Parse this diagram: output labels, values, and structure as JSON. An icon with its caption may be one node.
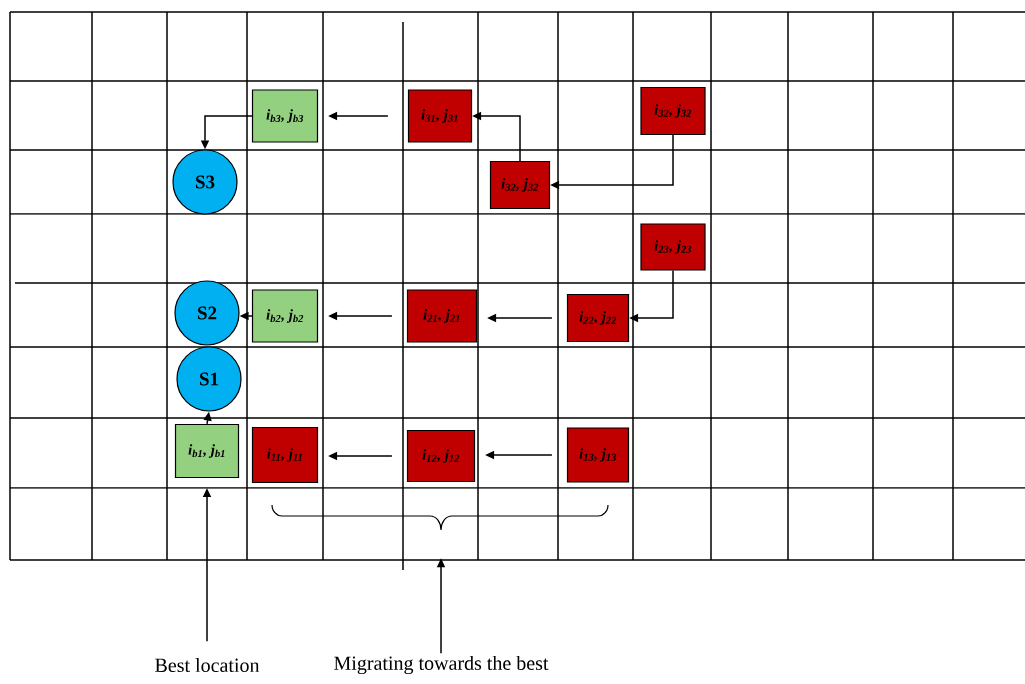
{
  "diagram": {
    "nodes": [
      {
        "text": [
          "i$_{b3}$, j$_{b3}$"
        ]
      },
      {
        "text": [
          "i$_{31}$, j$_{31}$"
        ]
      },
      {
        "text": [
          "i$_{32}$, j$_{32}$"
        ]
      },
      {
        "text": [
          "S3"
        ]
      },
      {
        "text": [
          "i$_{32}$, j$_{32}$"
        ]
      },
      {
        "text": [
          "i$_{23}$, j$_{23}$"
        ]
      },
      {
        "text": [
          "S2"
        ]
      },
      {
        "text": [
          "i$_{b2}$, j$_{b2}$"
        ]
      },
      {
        "text": [
          "i$_{21}$, j$_{21}$"
        ]
      },
      {
        "text": [
          "i$_{22}$, j$_{22}$"
        ]
      },
      {
        "text": [
          "S1"
        ]
      },
      {
        "text": [
          "i$_{b1}$, j$_{b1}$"
        ]
      },
      {
        "text": [
          "i$_{11}$, j$_{11}$"
        ]
      },
      {
        "text": [
          "i$_{12}$, j$_{12}$"
        ]
      },
      {
        "text": [
          "i$_{13}$, j$_{13}$"
        ]
      },
      {
        "text": [
          "Best location"
        ]
      },
      {
        "text": [
          "Migrating towards the best"
        ]
      }
    ],
    "edges": [
      {
        "from": 0,
        "to": 3,
        "arrow": "to"
      },
      {
        "from": 1,
        "to": 0,
        "arrow": "to"
      },
      {
        "from": 4,
        "to": 1,
        "arrow": "to"
      },
      {
        "from": 2,
        "to": 4,
        "arrow": "to"
      },
      {
        "from": 5,
        "to": 9,
        "arrow": "to"
      },
      {
        "from": 9,
        "to": 8,
        "arrow": "to"
      },
      {
        "from": 8,
        "to": 7,
        "arrow": "to"
      },
      {
        "from": 7,
        "to": 6,
        "arrow": "to"
      },
      {
        "from": 11,
        "to": 10,
        "arrow": "to"
      },
      {
        "from": 14,
        "to": 13,
        "arrow": "to"
      },
      {
        "from": 13,
        "to": 12,
        "arrow": "to"
      },
      {
        "from": 15,
        "to": 11,
        "arrow": "to"
      },
      {
        "from": 16,
        "to": null,
        "arrow": "to"
      }
    ]
  }
}
